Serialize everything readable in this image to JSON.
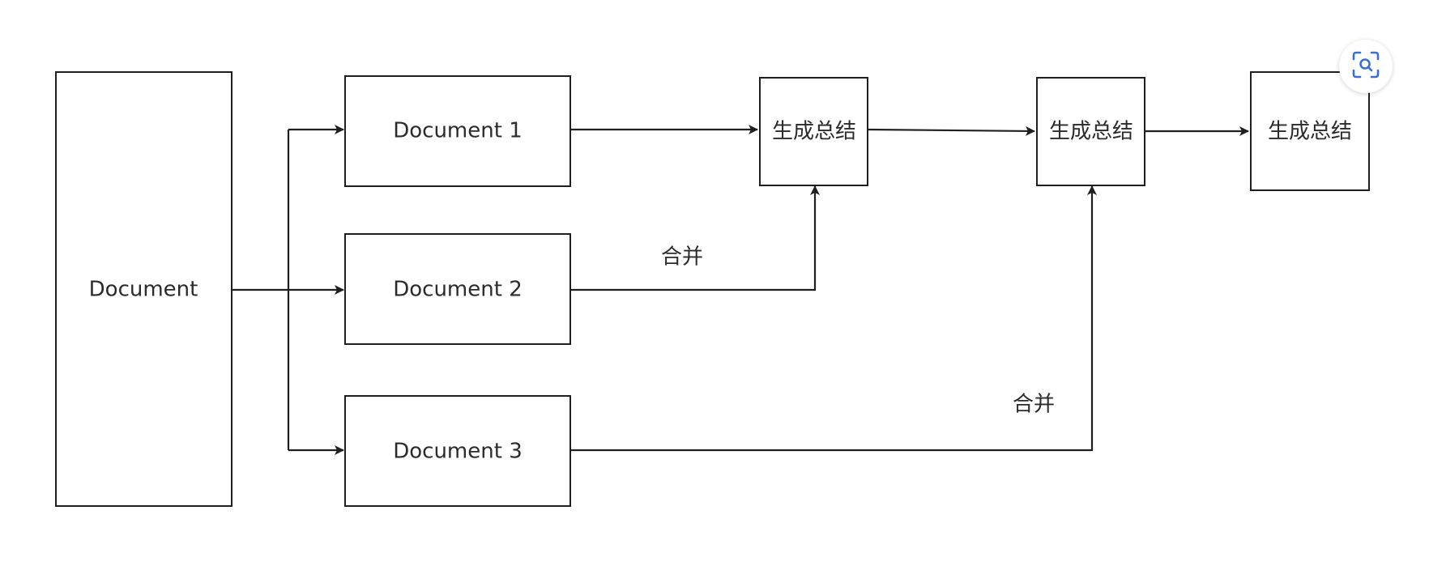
{
  "nodes": {
    "source": {
      "label": "Document"
    },
    "doc1": {
      "label": "Document 1"
    },
    "doc2": {
      "label": "Document 2"
    },
    "doc3": {
      "label": "Document 3"
    },
    "summary1": {
      "label": "生成总结"
    },
    "summary2": {
      "label": "生成总结"
    },
    "summary3": {
      "label": "生成总结"
    }
  },
  "edge_labels": {
    "merge_doc2": "合并",
    "merge_doc3": "合并"
  },
  "overlay": {
    "scan_icon": "visual-search-icon",
    "accent_color": "#3b6fd8"
  }
}
